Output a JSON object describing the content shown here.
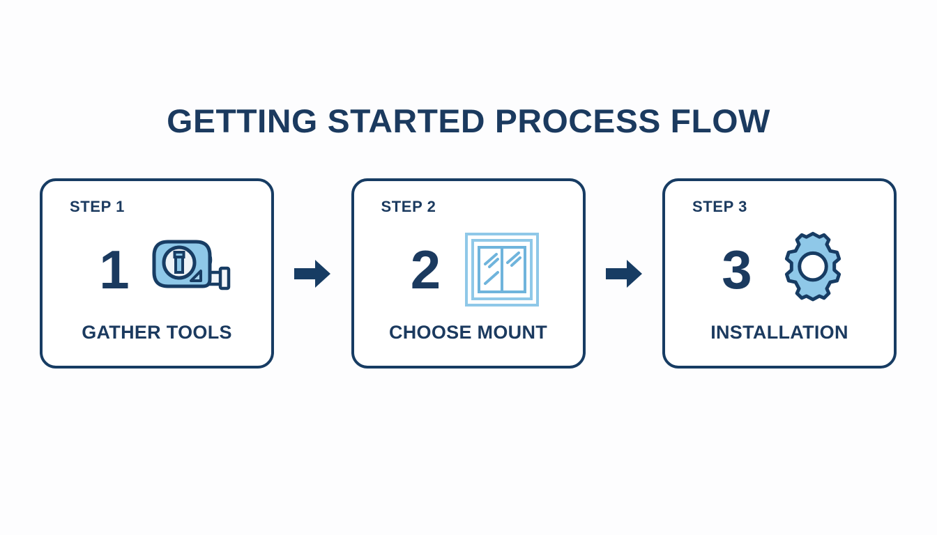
{
  "page": {
    "title": "GETTING STARTED PROCESS FLOW",
    "background_color": "#fdfdfe",
    "navy": "#1b3a5f",
    "border_navy": "#173c63",
    "icon_light_blue": "#8fc8e8",
    "icon_outline_blue": "#6fb4dc"
  },
  "steps": [
    {
      "step_label": "STEP 1",
      "number": "1",
      "caption": "GATHER TOOLS",
      "icon": "tape-measure-icon"
    },
    {
      "step_label": "STEP 2",
      "number": "2",
      "caption": "CHOOSE MOUNT",
      "icon": "window-icon"
    },
    {
      "step_label": "STEP 3",
      "number": "3",
      "caption": "INSTALLATION",
      "icon": "gear-icon"
    }
  ],
  "connectors": [
    {
      "icon": "arrow-right-icon"
    },
    {
      "icon": "arrow-right-icon"
    }
  ]
}
